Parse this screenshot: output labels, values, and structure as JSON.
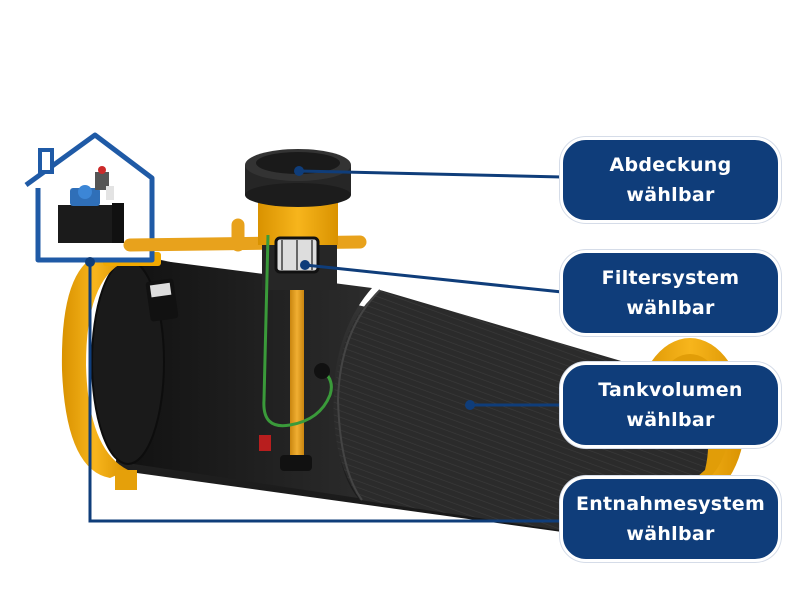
{
  "callouts": [
    {
      "title": "Abdeckung",
      "subtitle": "wählbar"
    },
    {
      "title": "Filtersystem",
      "subtitle": "wählbar"
    },
    {
      "title": "Tankvolumen",
      "subtitle": "wählbar"
    },
    {
      "title": "Entnahmesystem",
      "subtitle": "wählbar"
    }
  ],
  "colors": {
    "callout_bg": "#0f3d7a",
    "leader_line": "#0f3d7a",
    "tank_body": "#2b2b2b",
    "flange_yellow": "#f2a900",
    "pipe_orange": "#e8a21c",
    "house_outline": "#1f5aa6",
    "hose_green": "#3a9a3a"
  },
  "icons": [
    "house-icon",
    "pump-icon",
    "tank-lid-icon",
    "filter-icon"
  ]
}
